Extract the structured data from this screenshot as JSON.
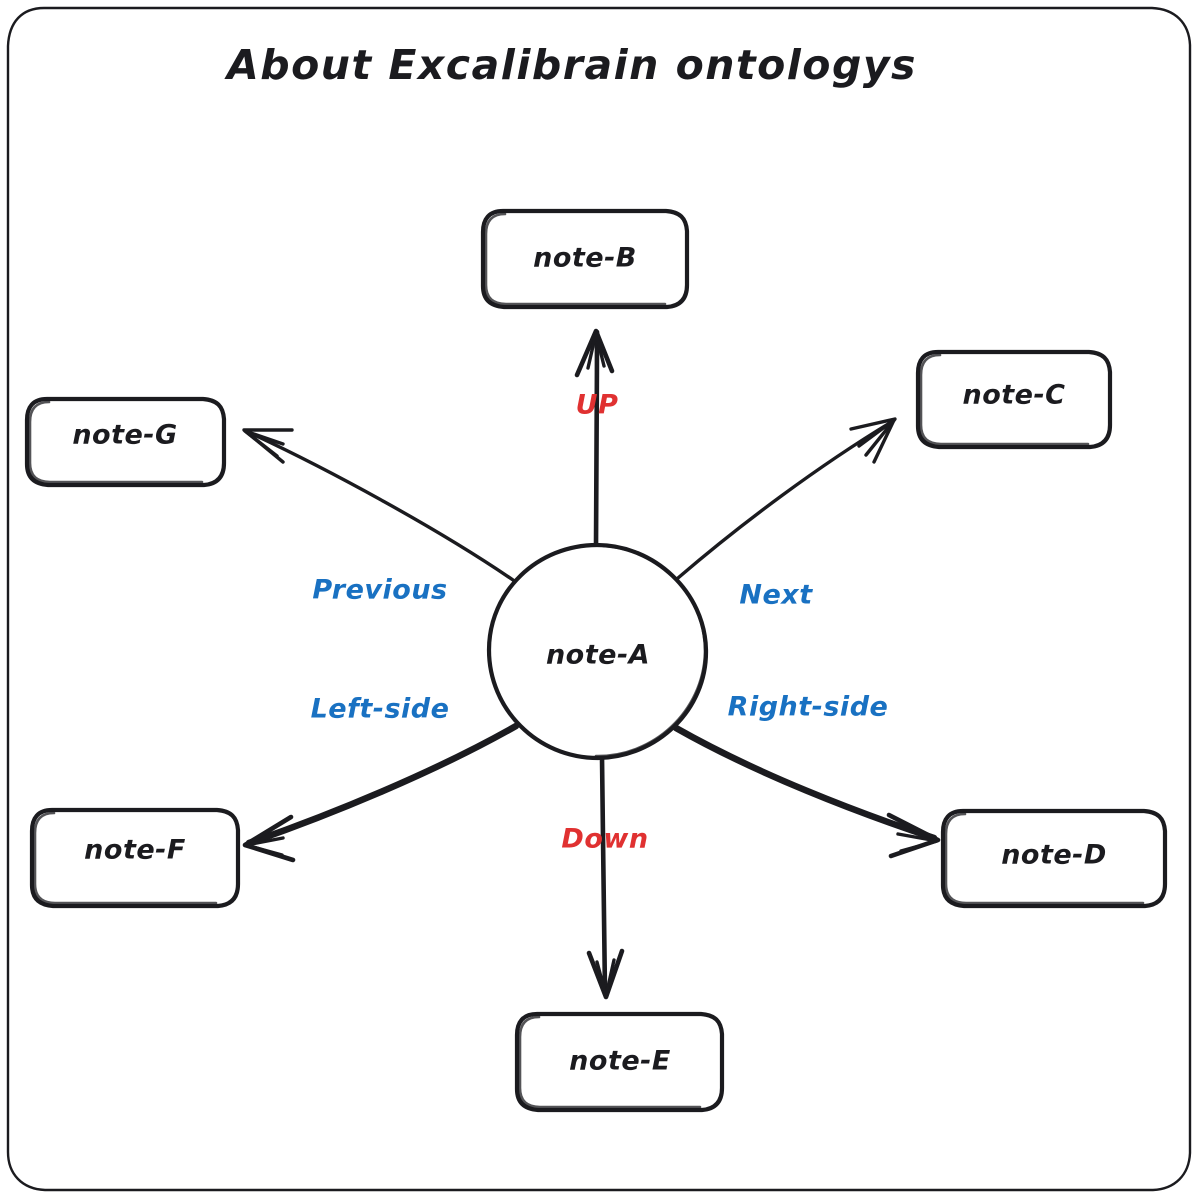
{
  "diagram": {
    "title": "About Excalibrain ontologys",
    "style": "hand-drawn-excalidraw",
    "background": "#ffffff",
    "frame": {
      "name": "outer-frame",
      "shape": "rounded-rectangle",
      "stroke": "#1b1b1f"
    },
    "colors": {
      "stroke": "#1b1b1f",
      "label_blue": "#1971c2",
      "label_red": "#e03131",
      "node_fill": "#ffffff"
    },
    "center_node": {
      "id": "note-A",
      "label": "note-A",
      "shape": "ellipse"
    },
    "nodes": [
      {
        "id": "note-B",
        "label": "note-B",
        "shape": "rounded-rectangle",
        "position": "top"
      },
      {
        "id": "note-C",
        "label": "note-C",
        "shape": "rounded-rectangle",
        "position": "top-right"
      },
      {
        "id": "note-D",
        "label": "note-D",
        "shape": "rounded-rectangle",
        "position": "bottom-right"
      },
      {
        "id": "note-E",
        "label": "note-E",
        "shape": "rounded-rectangle",
        "position": "bottom"
      },
      {
        "id": "note-F",
        "label": "note-F",
        "shape": "rounded-rectangle",
        "position": "bottom-left"
      },
      {
        "id": "note-G",
        "label": "note-G",
        "shape": "rounded-rectangle",
        "position": "top-left"
      }
    ],
    "edges": [
      {
        "from": "note-A",
        "to": "note-B",
        "label": "UP",
        "label_color": "#e03131",
        "direction": "up"
      },
      {
        "from": "note-A",
        "to": "note-C",
        "label": "Next",
        "label_color": "#1971c2",
        "direction": "up-right"
      },
      {
        "from": "note-A",
        "to": "note-D",
        "label": "Right-side",
        "label_color": "#1971c2",
        "direction": "down-right"
      },
      {
        "from": "note-A",
        "to": "note-E",
        "label": "Down",
        "label_color": "#e03131",
        "direction": "down"
      },
      {
        "from": "note-A",
        "to": "note-F",
        "label": "Left-side",
        "label_color": "#1971c2",
        "direction": "down-left"
      },
      {
        "from": "note-A",
        "to": "note-G",
        "label": "Previous",
        "label_color": "#1971c2",
        "direction": "up-left"
      }
    ]
  }
}
